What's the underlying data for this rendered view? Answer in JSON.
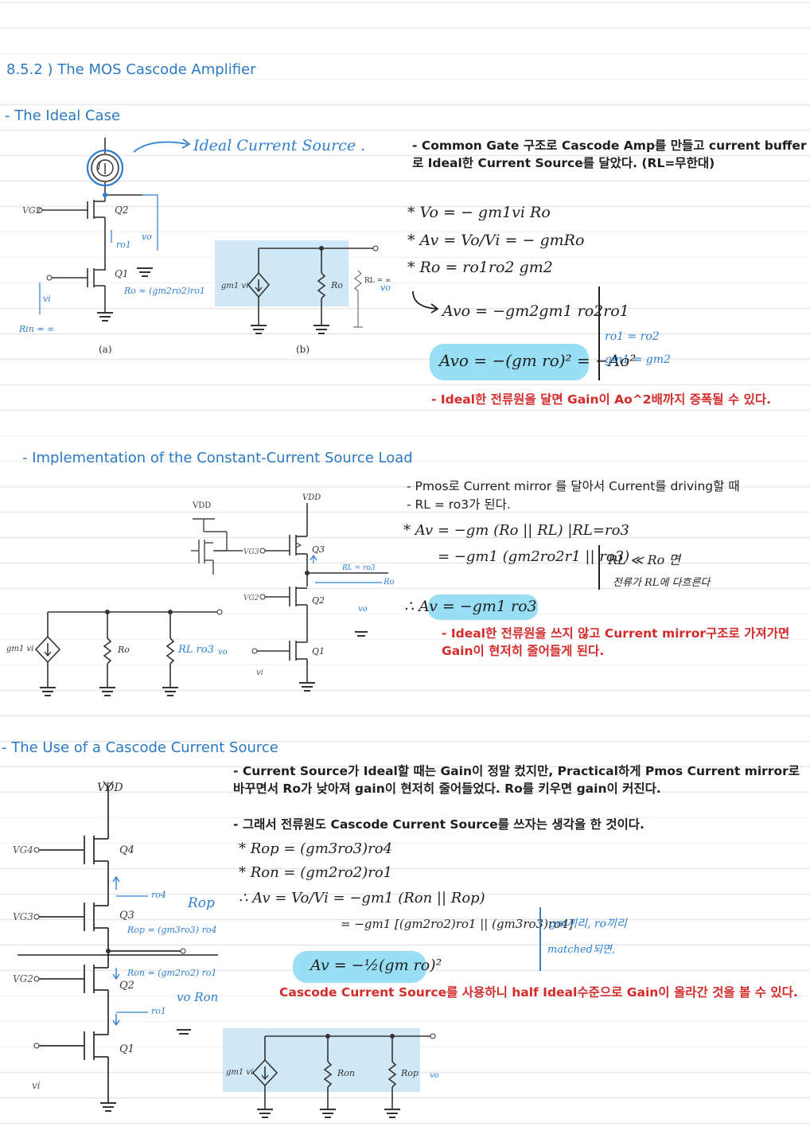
{
  "sections": {
    "title": "8.5.2 ) The MOS Cascode Amplifier",
    "ideal": "- The Ideal Case",
    "impl": "- Implementation of the Constant-Current Source Load",
    "cascode": "- The Use of a Cascode Current Source"
  },
  "ideal_case": {
    "annotation": "Ideal Current Source .",
    "note": "- Common Gate 구조로 Cascode Amp를 만들고 current buffer 로 Ideal한 Current Source를 달았다. (RL=무한대)",
    "eq1": "* Vo = − gm1vi Ro",
    "eq2": "* Av = Vo/Vi = − gmRo",
    "eq3": "* Ro = ro1ro2 gm2",
    "eq4": "Avo = −gm2gm1 ro2ro1",
    "eq5": "Avo = −(gm ro)² = −Ao²",
    "side1": "ro1 = ro2",
    "side2": "gm1 = gm2",
    "result": "- Ideal한 전류원을 달면 Gain이 Ao^2배까지 증폭될 수 있다.",
    "fig": {
      "vg2": "VG2",
      "q2": "Q2",
      "q1": "Q1",
      "ro1": "ro1",
      "vo": "vo",
      "vi": "vi",
      "I": "I",
      "rin": "Rin = ∞",
      "ro_expr": "Ro ≈ (gm2ro2)ro1",
      "cap_a": "(a)",
      "cap_b": "(b)",
      "gm1vi": "gm1 vi",
      "Ro": "Ro",
      "rl": "RL = ∞"
    }
  },
  "implementation": {
    "note1": "- Pmos로 Current mirror 를 달아서 Current를 driving할 때",
    "note2": "- RL = ro3가 된다.",
    "eq1": "* Av = −gm (Ro || RL) |RL=ro3",
    "eq2": "= −gm1 (gm2ro2r1 || ro3)",
    "side1": "RL ≪ Ro 면",
    "side2": "전류가 RL에 다흐른다",
    "eq3": "∴ Av = −gm1 ro3",
    "result": "- Ideal한 전류원을 쓰지 않고 Current mirror구조로 가져가면 Gain이 현저히 줄어들게 된다.",
    "fig": {
      "vdd_hand": "VDD",
      "vdd": "VDD",
      "vg3": "VG3",
      "vg2": "VG2",
      "q3": "Q3",
      "q2": "Q2",
      "q1": "Q1",
      "rl": "RL = ro3",
      "ro": "Ro",
      "vo": "vo",
      "vi": "vi",
      "gm1vi": "gm1 vi",
      "Ro": "Ro",
      "RL_hand": "RL ro3"
    }
  },
  "cascode_source": {
    "note1": "- Current Source가 Ideal할 때는 Gain이 정말 컸지만, Practical하게 Pmos Current mirror로 바꾸면서 Ro가 낮아져 gain이 현저히 줄어들었다. Ro를 키우면 gain이 커진다.",
    "note2": "- 그래서 전류원도 Cascode Current Source를 쓰자는 생각을 한 것이다.",
    "eq1": "* Rop = (gm3ro3)ro4",
    "eq2": "* Ron = (gm2ro2)ro1",
    "eq3": "∴ Av = Vo/Vi = −gm1 (Ron || Rop)",
    "eq4": "= −gm1 [(gm2ro2)ro1 || (gm3ro3)ro4]",
    "eq5": "Av = −½(gm ro)²",
    "side1": "gm끼리, ro끼리",
    "side2": "matched되면,",
    "result": "Cascode Current Source를 사용하니 half Ideal수준으로 Gain이 올라간 것을 볼 수 있다.",
    "fig": {
      "vdd": "VDD",
      "vg4": "VG4",
      "vg3": "VG3",
      "vg2": "VG2",
      "q4": "Q4",
      "q3": "Q3",
      "q2": "Q2",
      "q1": "Q1",
      "ro4": "ro4",
      "ro1": "ro1",
      "rop": "Rop = (gm3ro3) ro4",
      "ron": "Ron = (gm2ro2) ro1",
      "rop_hand": "Rop",
      "ron_hand": "vo Ron",
      "vi": "vi",
      "vo": "vo",
      "gm1vi": "gm1 vi",
      "Ron": "Ron",
      "Rop": "Rop"
    }
  }
}
